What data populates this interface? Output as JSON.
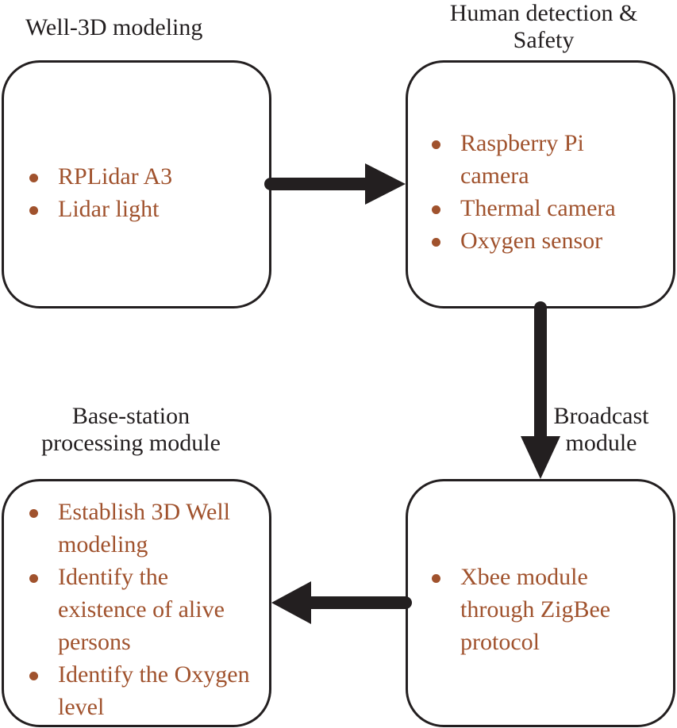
{
  "modules": {
    "well3d": {
      "title": "Well-3D modeling",
      "items": [
        "RPLidar A3",
        "Lidar light"
      ]
    },
    "human": {
      "title_line1": "Human detection &",
      "title_line2": "Safety",
      "items": [
        "Raspberry Pi camera",
        "Thermal camera",
        "Oxygen sensor"
      ]
    },
    "broadcast": {
      "title_line1": "Broadcast",
      "title_line2": "module",
      "items": [
        "Xbee module through ZigBee protocol"
      ]
    },
    "base": {
      "title_line1": "Base-station",
      "title_line2": "processing module",
      "items": [
        "Establish 3D Well modeling",
        "Identify the existence of alive persons",
        "Identify the Oxygen level"
      ]
    }
  },
  "colors": {
    "text": "#231f20",
    "accent": "#a0522d",
    "arrow": "#231f20"
  }
}
